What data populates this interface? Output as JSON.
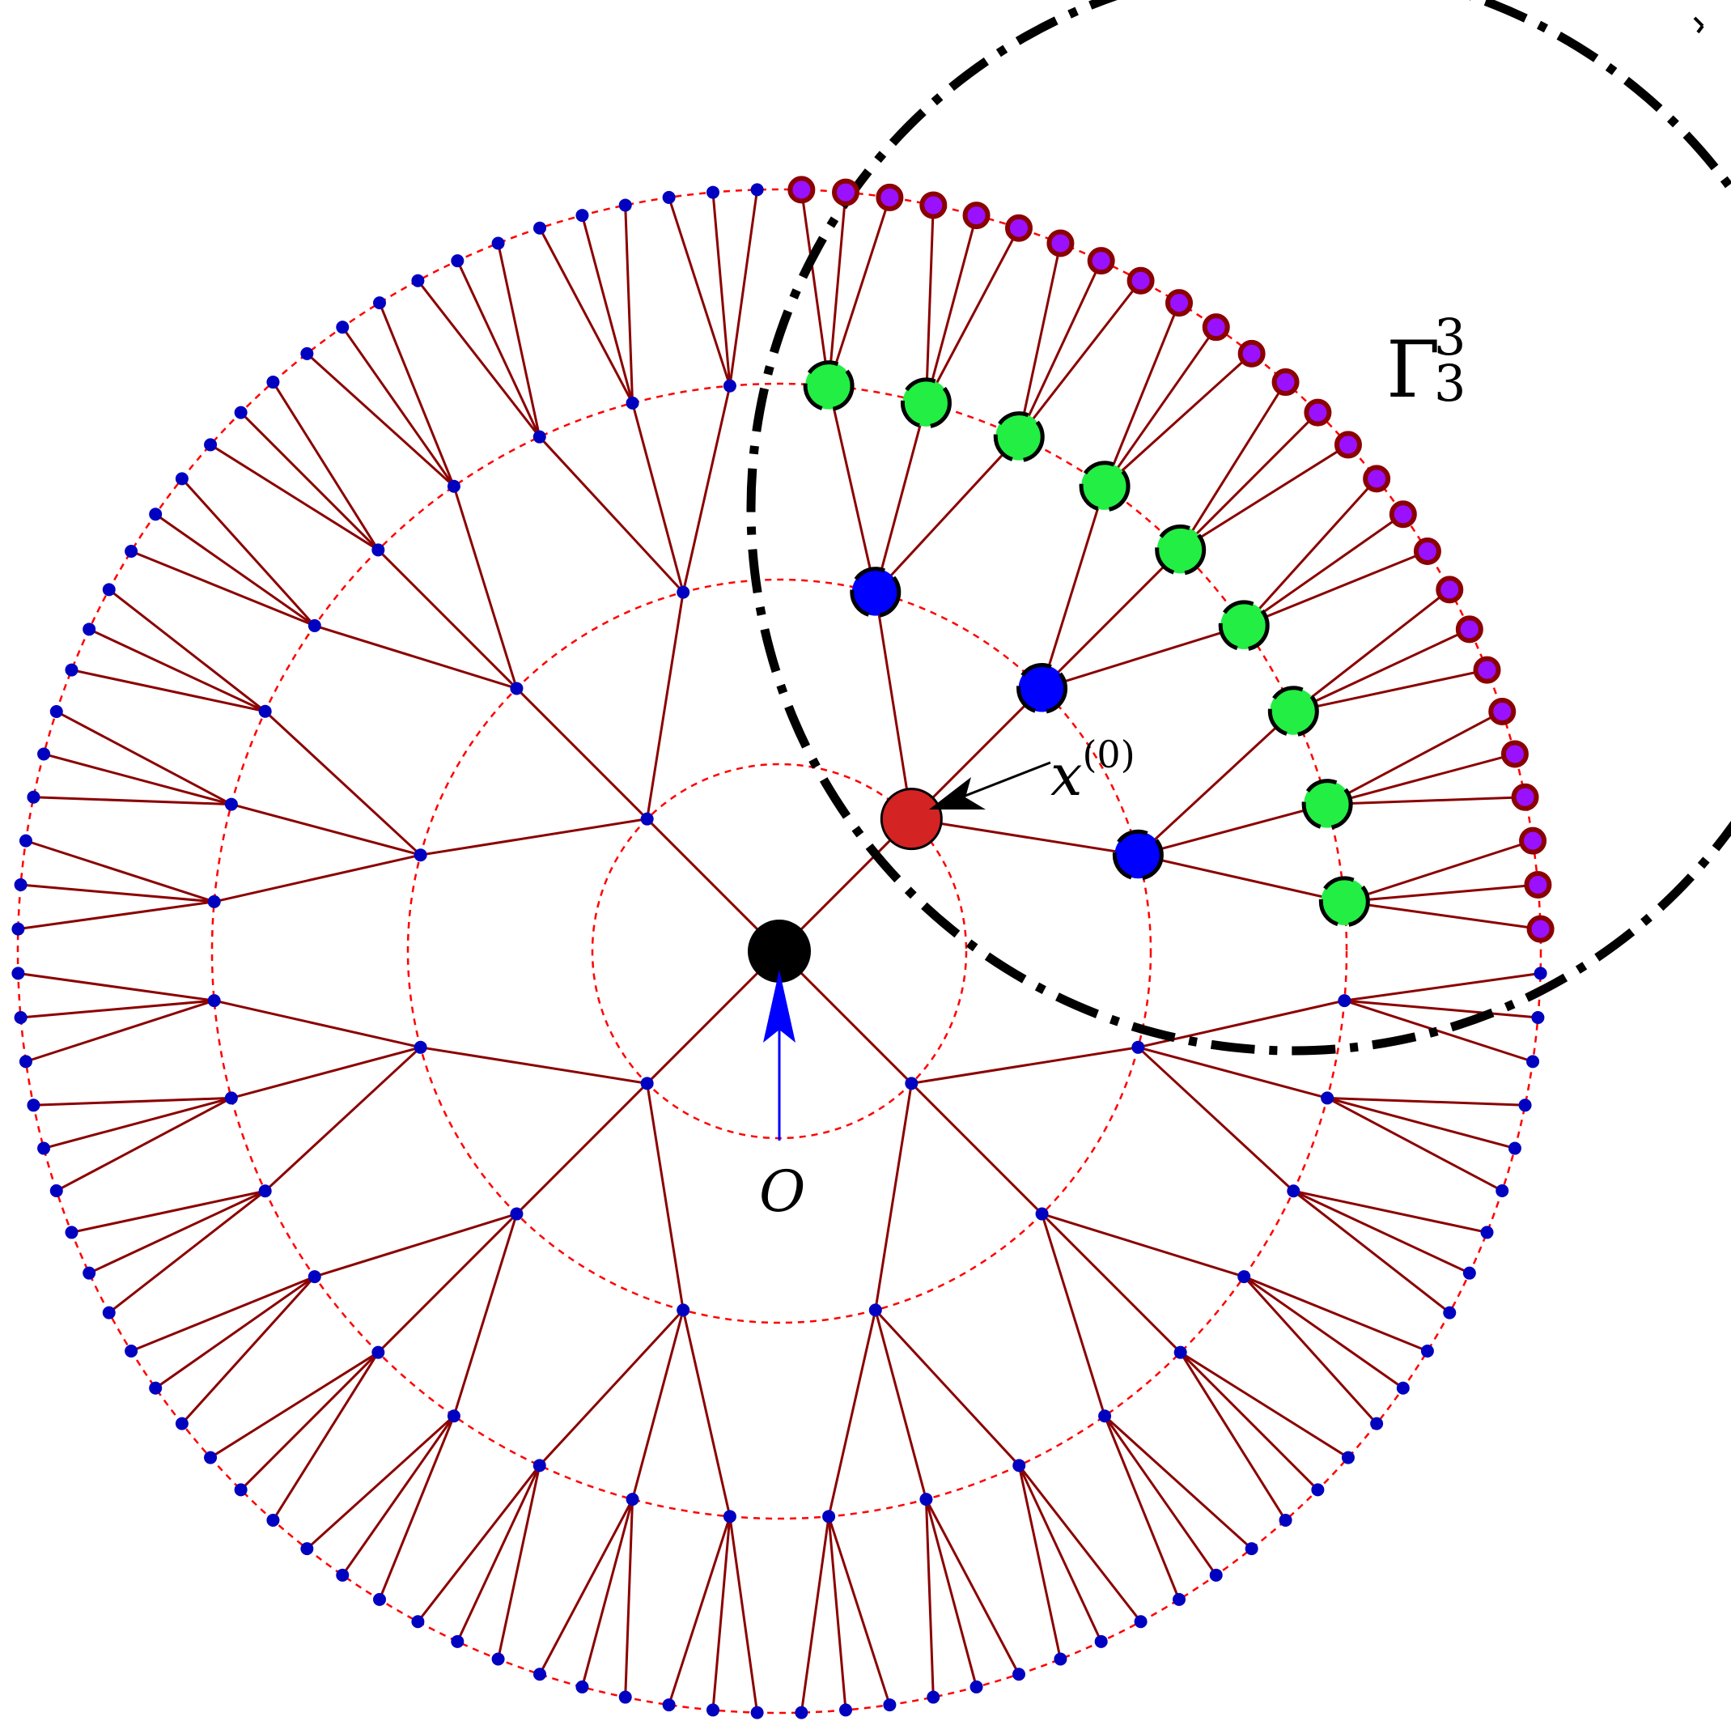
{
  "diagram": {
    "type": "cayley-tree",
    "branching_root": 4,
    "branching": 3,
    "levels": 5,
    "labels": {
      "root": "O",
      "start": "x",
      "start_sup": "(0)",
      "set_main": "Γ",
      "set_sup": "3",
      "set_sub": "3"
    },
    "colors": {
      "edge": "#8b0000",
      "ring": "#ff0000",
      "node": "#0000c0",
      "root": "#000000",
      "start": "#d42323",
      "level2_highlight": "#0000ff",
      "level3_highlight": "#22ee44",
      "leaf_fill": "#9911ff",
      "leaf_ring": "#8b0000",
      "arrow_root": "#0000ff",
      "arrow_start": "#000000",
      "boundary": "#000000"
    }
  }
}
